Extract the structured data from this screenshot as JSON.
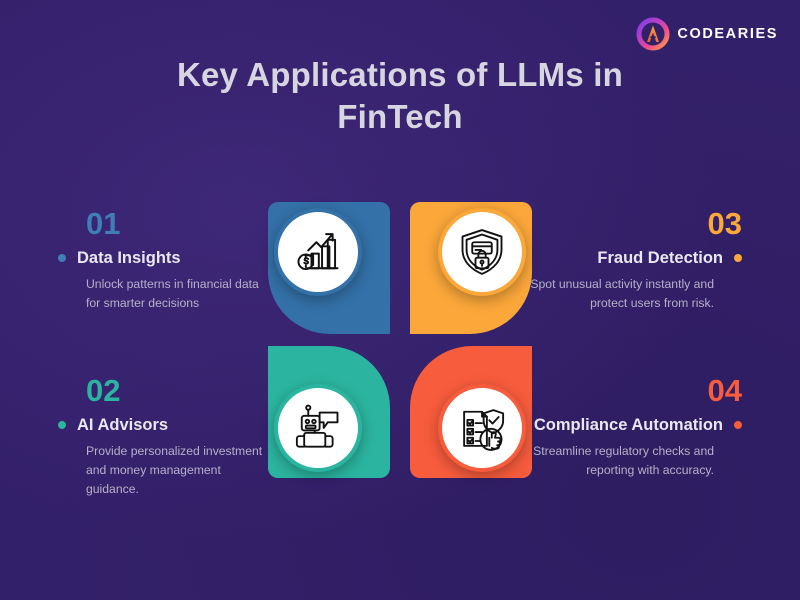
{
  "brand": {
    "name": "CODEARIES",
    "mark_icon": "codearies-ring-logo-icon"
  },
  "title": "Key Applications of LLMs in FinTech",
  "background_color": "#33206A",
  "items": [
    {
      "number": "01",
      "heading": "Data Insights",
      "description": "Unlock patterns in financial data for smarter decisions",
      "color": "#3F7FB5",
      "segment_color": "#3371A8",
      "icon": "bar-chart-growth-dollar-icon",
      "side": "left"
    },
    {
      "number": "02",
      "heading": "AI Advisors",
      "description": "Provide personalized investment and money management guidance.",
      "color": "#2BB5A0",
      "segment_color": "#2BB5A0",
      "icon": "robot-chat-icon",
      "side": "left"
    },
    {
      "number": "03",
      "heading": "Fraud Detection",
      "description": "Spot unusual activity instantly and protect users from risk.",
      "color": "#FBA73A",
      "segment_color": "#FBA73A",
      "icon": "shield-card-lock-icon",
      "side": "right"
    },
    {
      "number": "04",
      "heading": "Compliance Automation",
      "description": "Streamline regulatory checks and reporting with accuracy.",
      "color": "#F75C3C",
      "segment_color": "#F75C3C",
      "icon": "checklist-shield-thumbsup-icon",
      "side": "right"
    }
  ]
}
